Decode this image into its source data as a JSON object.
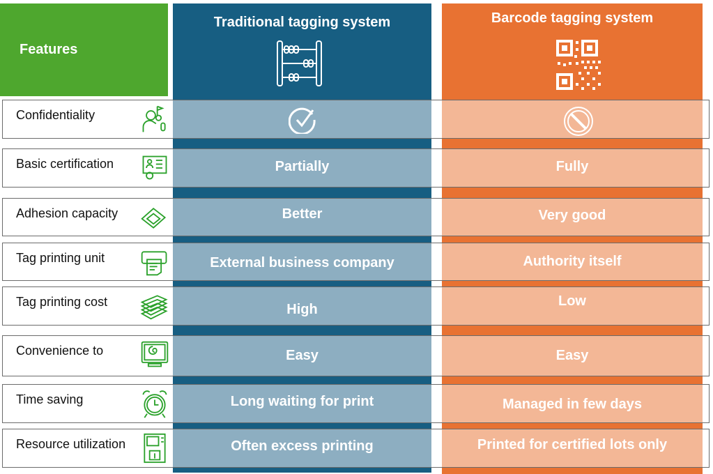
{
  "header": {
    "features": "Features",
    "traditional": "Traditional tagging system",
    "barcode": "Barcode tagging system"
  },
  "colors": {
    "green": "#4ea72e",
    "blue": "#175e82",
    "orange": "#e87232",
    "blue_light": "#8daec1",
    "orange_light": "#f3b796"
  },
  "rows": [
    {
      "feature": "Confidentiality",
      "icon": "person-key-icon",
      "traditional": "check-icon",
      "barcode": "prohibited-icon"
    },
    {
      "feature": "Basic certification",
      "icon": "certificate-icon",
      "traditional": "Partially",
      "barcode": "Fully"
    },
    {
      "feature": "Adhesion capacity",
      "icon": "tags-icon",
      "traditional": "Better",
      "barcode": "Very good"
    },
    {
      "feature": "Tag printing unit",
      "icon": "printer-icon",
      "traditional": "External business company",
      "barcode": "Authority itself"
    },
    {
      "feature": "Tag printing cost",
      "icon": "money-stack-icon",
      "traditional": "High",
      "barcode": "Low"
    },
    {
      "feature": "Convenience to",
      "icon": "monitor-icon",
      "traditional": "Easy",
      "barcode": "Easy"
    },
    {
      "feature": "Time saving",
      "icon": "alarm-clock-icon",
      "traditional": "Long waiting for print",
      "barcode": "Managed in few days"
    },
    {
      "feature": "Resource utilization",
      "icon": "atm-icon",
      "traditional": "Often excess printing",
      "barcode": "Printed for certified lots only"
    }
  ]
}
